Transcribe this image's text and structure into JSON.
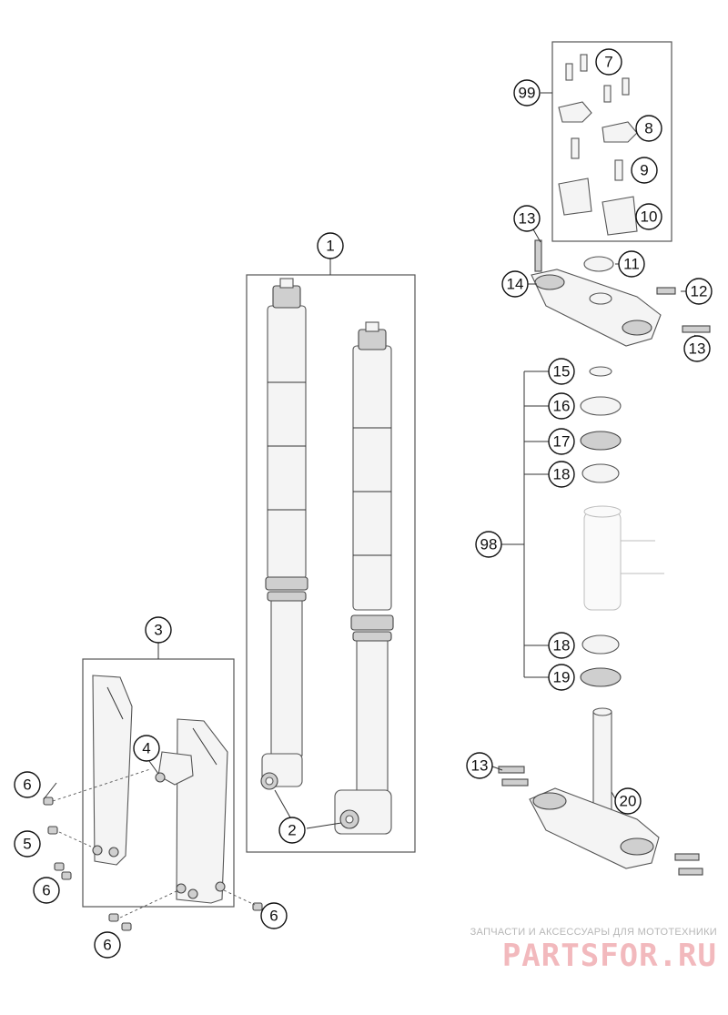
{
  "callouts": [
    {
      "id": "c1",
      "label": "1"
    },
    {
      "id": "c2",
      "label": "2"
    },
    {
      "id": "c3",
      "label": "3"
    },
    {
      "id": "c4",
      "label": "4"
    },
    {
      "id": "c5",
      "label": "5"
    },
    {
      "id": "c6a",
      "label": "6"
    },
    {
      "id": "c6b",
      "label": "6"
    },
    {
      "id": "c6c",
      "label": "6"
    },
    {
      "id": "c6d",
      "label": "6"
    },
    {
      "id": "c7",
      "label": "7"
    },
    {
      "id": "c8",
      "label": "8"
    },
    {
      "id": "c9",
      "label": "9"
    },
    {
      "id": "c10",
      "label": "10"
    },
    {
      "id": "c11",
      "label": "11"
    },
    {
      "id": "c12",
      "label": "12"
    },
    {
      "id": "c13a",
      "label": "13"
    },
    {
      "id": "c13b",
      "label": "13"
    },
    {
      "id": "c13c",
      "label": "13"
    },
    {
      "id": "c14",
      "label": "14"
    },
    {
      "id": "c15",
      "label": "15"
    },
    {
      "id": "c16",
      "label": "16"
    },
    {
      "id": "c17",
      "label": "17"
    },
    {
      "id": "c18a",
      "label": "18"
    },
    {
      "id": "c18b",
      "label": "18"
    },
    {
      "id": "c19",
      "label": "19"
    },
    {
      "id": "c20",
      "label": "20"
    },
    {
      "id": "c98",
      "label": "98"
    },
    {
      "id": "c99",
      "label": "99"
    }
  ],
  "watermark": {
    "tagline": "ЗАПЧАСТИ И АКСЕССУАРЫ ДЛЯ МОТОТЕХНИКИ",
    "brand": "PARTSFOR.RU",
    "color": "#f2b9bd"
  }
}
